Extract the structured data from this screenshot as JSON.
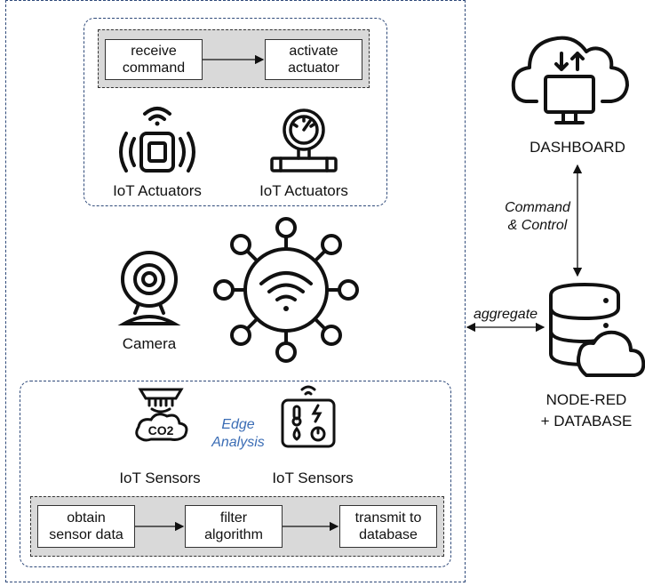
{
  "actuator_group": {
    "steps": [
      "receive\ncommand",
      "activate\nactuator"
    ],
    "device_labels": [
      "IoT Actuators",
      "IoT Actuators"
    ]
  },
  "camera": {
    "label": "Camera"
  },
  "sensor_group": {
    "device_labels": [
      "IoT Sensors",
      "IoT Sensors"
    ],
    "edge_analysis_label": "Edge\nAnalysis",
    "steps": [
      "obtain\nsensor data",
      "filter\nalgorithm",
      "transmit to\ndatabase"
    ],
    "co2_icon_text": "CO2"
  },
  "dashboard": {
    "label": "DASHBOARD"
  },
  "command_control": {
    "label": "Command\n& Control"
  },
  "aggregate": {
    "label": "aggregate"
  },
  "node_red": {
    "label_line1": "NODE-RED",
    "label_line2": "+ DATABASE"
  }
}
